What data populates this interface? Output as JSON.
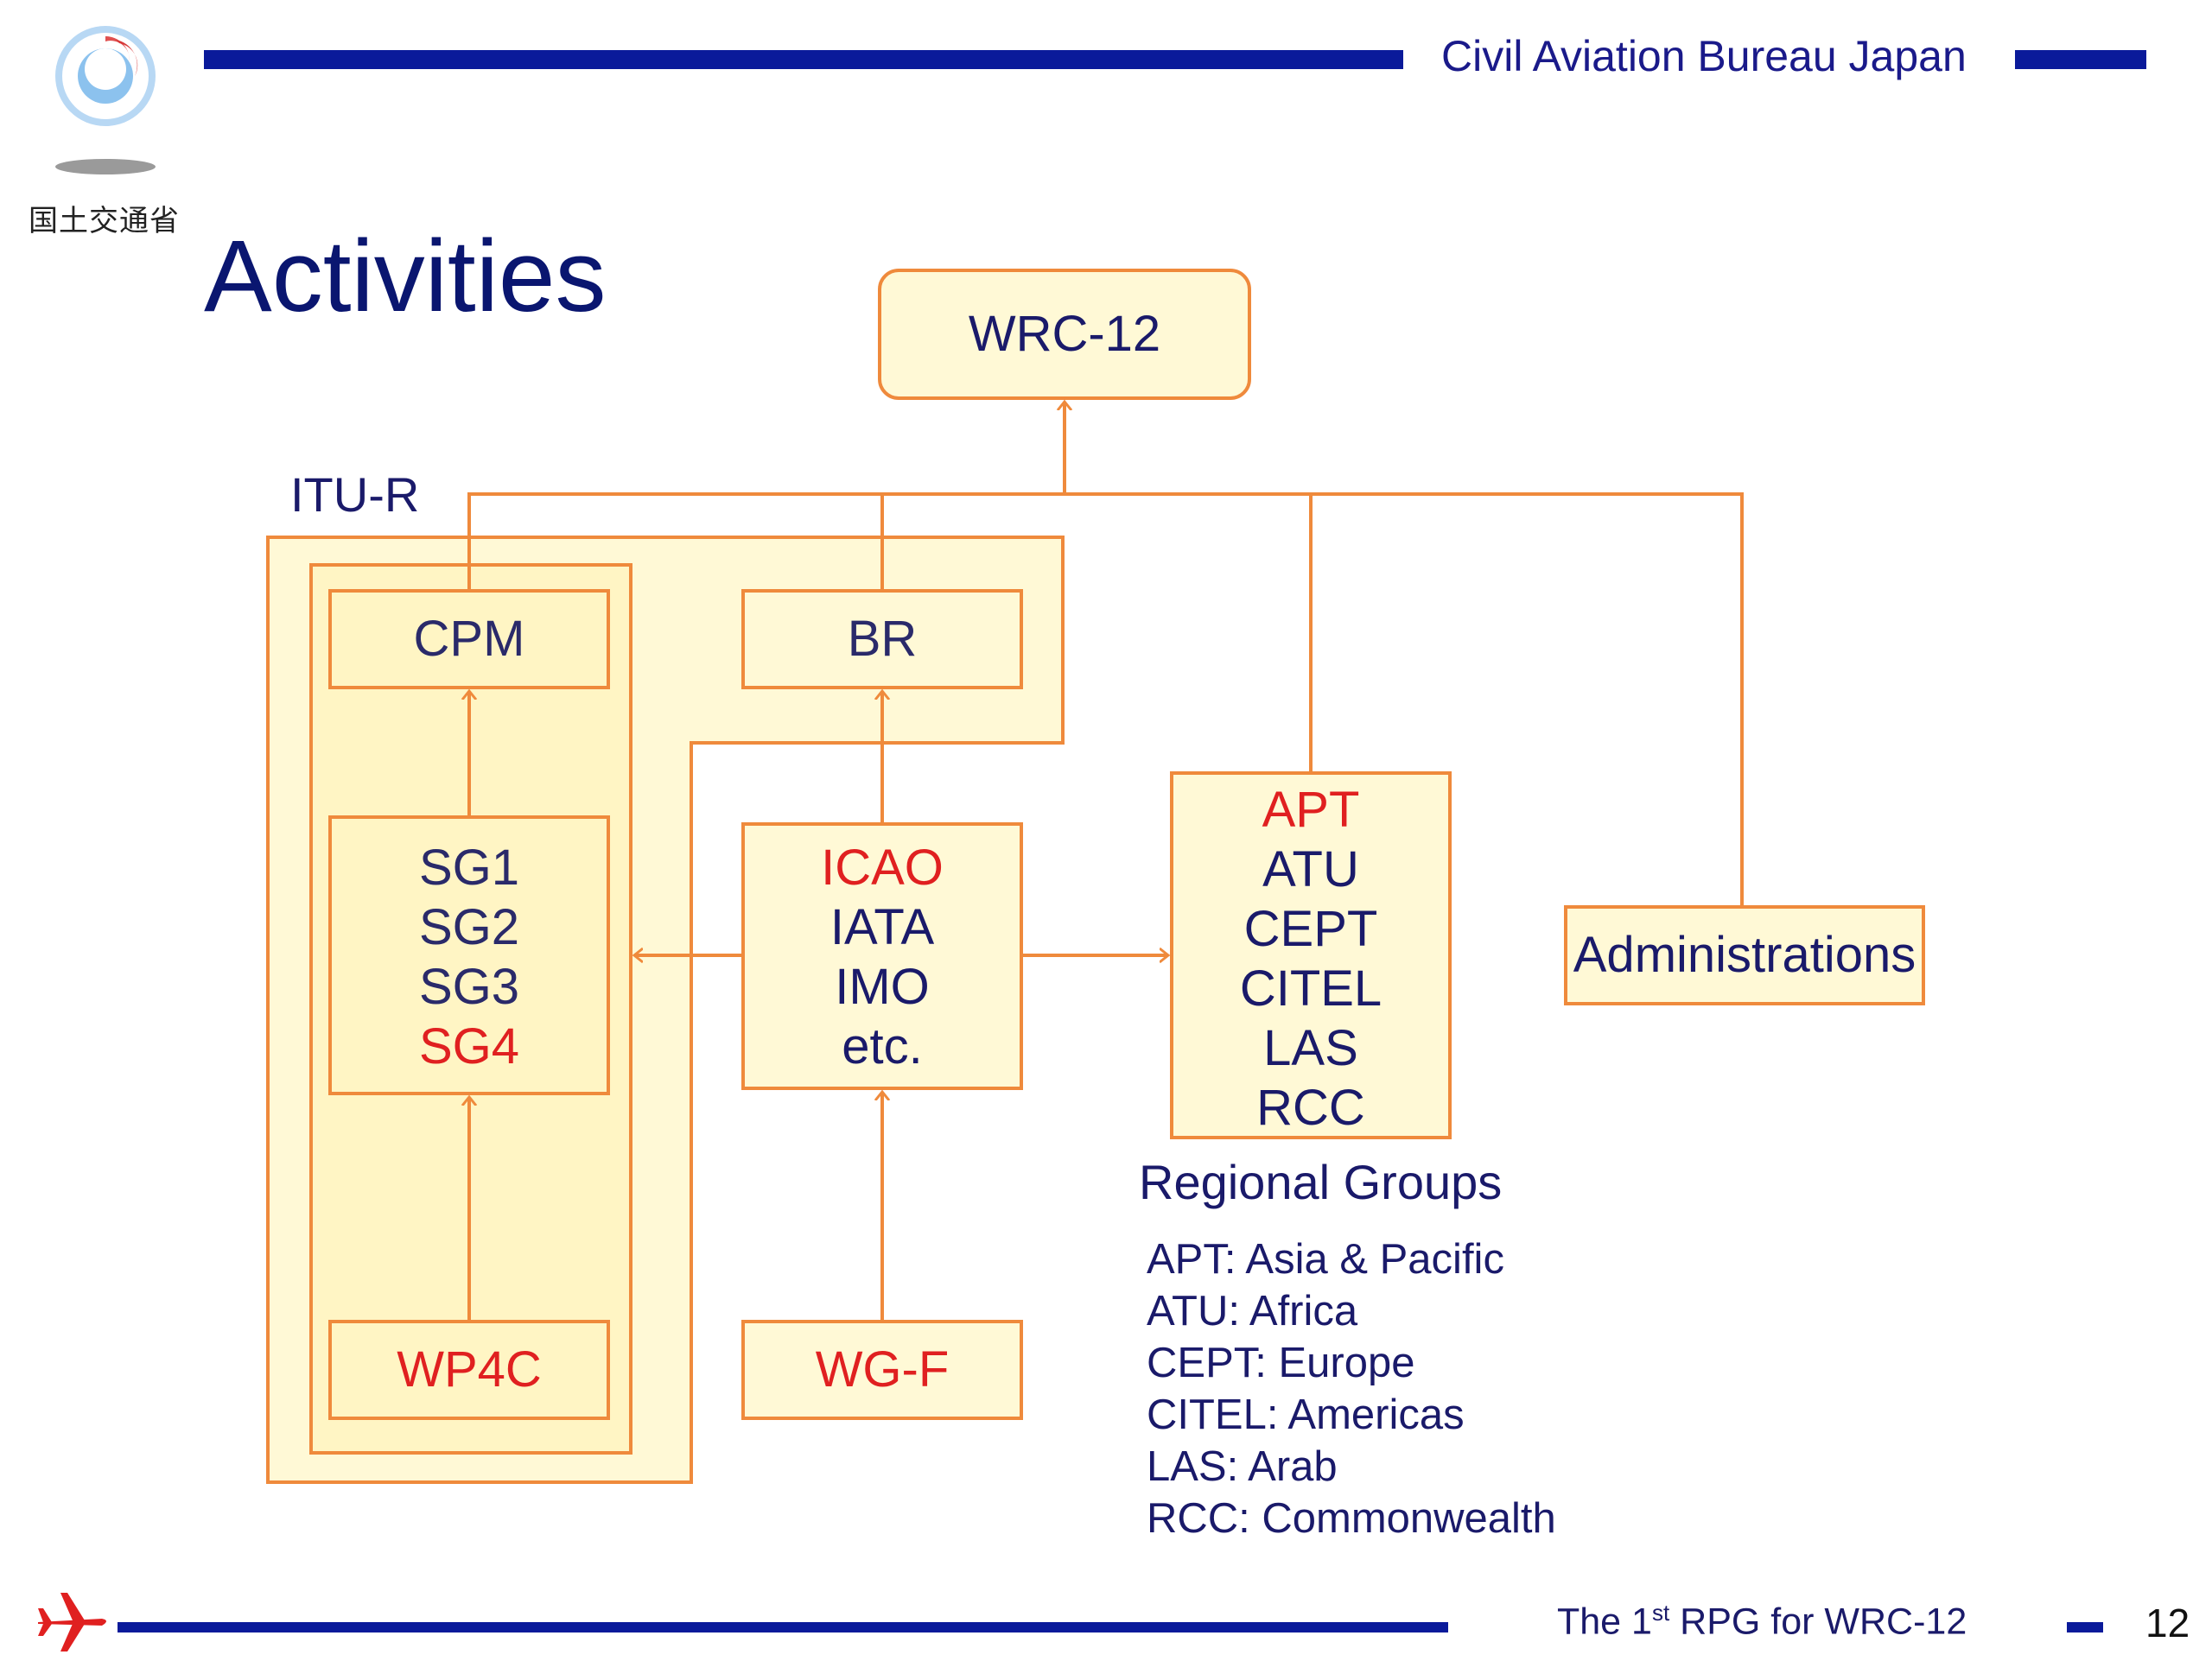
{
  "header": {
    "organization": "Civil Aviation Bureau Japan",
    "ministry": "国土交通省",
    "title": "Activities"
  },
  "diagram": {
    "wrc": "WRC-12",
    "itu_label": "ITU-R",
    "cpm": "CPM",
    "br": "BR",
    "study_groups": [
      "SG1",
      "SG2",
      "SG3",
      "SG4"
    ],
    "wp": "WP4C",
    "organizations": [
      "ICAO",
      "IATA",
      "IMO",
      "etc."
    ],
    "wg": "WG-F",
    "regional": [
      "APT",
      "ATU",
      "CEPT",
      "CITEL",
      "LAS",
      "RCC"
    ],
    "administrations": "Administrations",
    "regional_groups_label": "Regional Groups",
    "regional_legend": [
      "APT: Asia & Pacific",
      "ATU: Africa",
      "CEPT: Europe",
      "CITEL: Americas",
      "LAS: Arab",
      "RCC: Commonwealth"
    ]
  },
  "footer": {
    "event_prefix": "The 1",
    "event_sup": "st",
    "event_suffix": " RPG for WRC-12",
    "page_number": "12"
  },
  "colors": {
    "navy_bar": "#0a1a9a",
    "box_stroke": "#ef8a3c",
    "box_fill": "#fff9d6",
    "highlight_red": "#e02020",
    "text_navy": "#1a1a6a"
  }
}
